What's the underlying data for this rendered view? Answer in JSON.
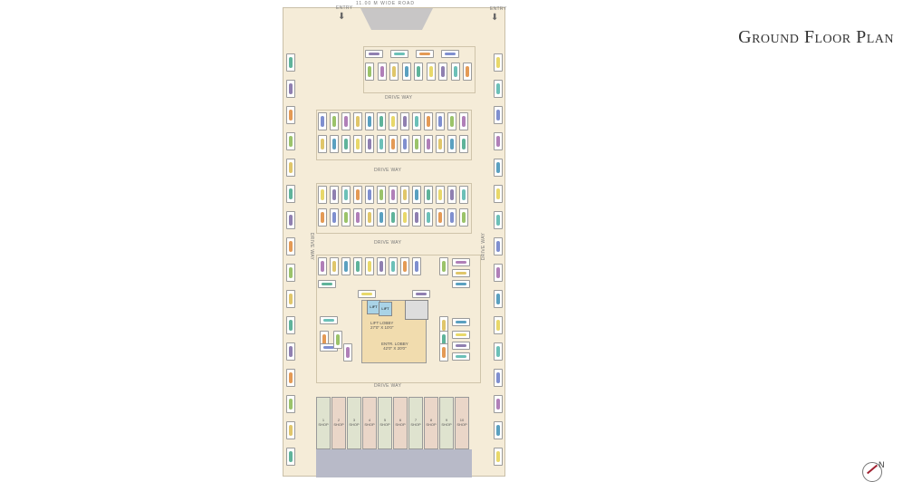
{
  "title": "Ground Floor Plan",
  "road": "11.00 M WIDE ROAD",
  "entry_left": "ENTRY",
  "entry_right": "ENTRY",
  "driveways": [
    "DRIVE WAY",
    "DRIVE WAY",
    "DRIVE WAY",
    "DRIVE WAY",
    "DRIVE WAY",
    "DRIVE WAY"
  ],
  "lift_left": "LIFT",
  "lift_right": "LIFT",
  "lift_lobby": "LIFT LOBBY",
  "lift_lobby_size": "27'0\" X 10'0\"",
  "entr_lobby": "ENTR. LOBBY",
  "entr_lobby_size": "42'0\" X 20'0\"",
  "shops": [
    {
      "no": "1",
      "label": "SHOP"
    },
    {
      "no": "2",
      "label": "SHOP"
    },
    {
      "no": "3",
      "label": "SHOP"
    },
    {
      "no": "4",
      "label": "SHOP"
    },
    {
      "no": "5",
      "label": "SHOP"
    },
    {
      "no": "6",
      "label": "SHOP"
    },
    {
      "no": "7",
      "label": "SHOP"
    },
    {
      "no": "8",
      "label": "SHOP"
    },
    {
      "no": "9",
      "label": "SHOP"
    },
    {
      "no": "10",
      "label": "SHOP"
    }
  ],
  "compass": "N",
  "colors": {
    "plan_bg": "#f5ecd8",
    "shop_green": "#dfe3cf",
    "shop_pink": "#ead6c8",
    "road_gray": "#b8bac8",
    "lobby": "#f1dcae",
    "lift": "#a9d3e6"
  },
  "car_colors": [
    "#5fb39a",
    "#e8d86a",
    "#8f7fb0",
    "#6cc0b8",
    "#e49a55",
    "#7f8fcf",
    "#9bc36a",
    "#b07fb8",
    "#e0c66a",
    "#5aa0c0"
  ]
}
